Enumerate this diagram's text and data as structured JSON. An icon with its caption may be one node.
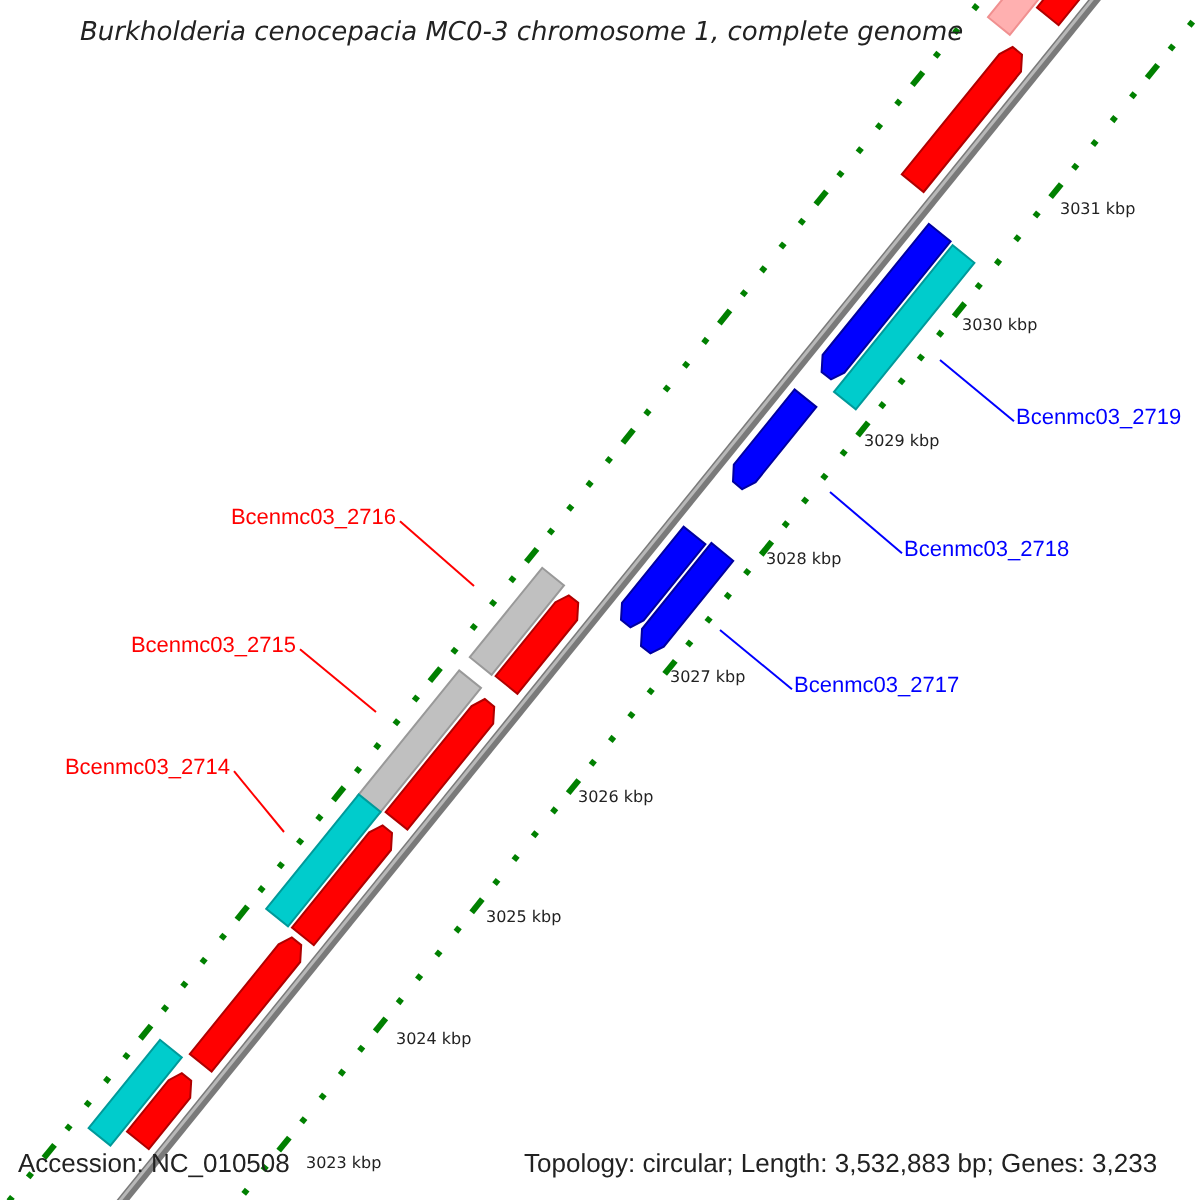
{
  "diagram": {
    "title": "Burkholderia cenocepacia MC0-3 chromosome 1, complete genome",
    "nodes": [
      {
        "text": [
          "Bcenmc03_2719"
        ]
      },
      {
        "text": [
          "Bcenmc03_2716"
        ]
      },
      {
        "text": [
          "Bcenmc03_2718"
        ]
      },
      {
        "text": [
          "Bcenmc03_2715"
        ]
      },
      {
        "text": [
          "Bcenmc03_2717"
        ]
      },
      {
        "text": [
          "Bcenmc03_2714"
        ]
      },
      {
        "text": [],
        "shape": "bar"
      },
      {
        "text": [],
        "shape": "bar"
      },
      {
        "text": [],
        "shape": "bar"
      },
      {
        "text": [],
        "shape": "bar"
      },
      {
        "text": [],
        "shape": "bar"
      },
      {
        "text": [],
        "shape": "bar"
      },
      {
        "text": [],
        "shape": "bar"
      },
      {
        "text": [],
        "shape": "bar"
      },
      {
        "text": [],
        "shape": "bar"
      },
      {
        "text": [],
        "shape": "bar"
      },
      {
        "text": [],
        "shape": "bar"
      },
      {
        "text": [],
        "shape": "bar"
      },
      {
        "text": [],
        "shape": "bar"
      },
      {
        "text": [],
        "shape": "bar"
      },
      {
        "text": [],
        "shape": "bar"
      },
      {
        "text": [],
        "shape": "bar"
      },
      {
        "text": [],
        "shape": "bar"
      }
    ],
    "edges": [
      {
        "from": 0,
        "to": 6,
        "arrow": "none",
        "color": "#0000ff"
      },
      {
        "from": 1,
        "to": 7,
        "arrow": "none",
        "color": "#ff0000"
      },
      {
        "from": 2,
        "to": 8,
        "arrow": "none",
        "color": "#0000ff"
      },
      {
        "from": 3,
        "to": 9,
        "arrow": "none",
        "color": "#ff0000"
      },
      {
        "from": 4,
        "to": 10,
        "arrow": "none",
        "color": "#0000ff"
      },
      {
        "from": 5,
        "to": 11,
        "arrow": "none",
        "color": "#ff0000"
      }
    ],
    "labels": [
      "3031 kbp",
      "3030 kbp",
      "3029 kbp",
      "3028 kbp",
      "3027 kbp",
      "3026 kbp",
      "3025 kbp",
      "3024 kbp",
      "Accession: NC_010508",
      "3023 kbp",
      "Topology: circular; Length: 3,532,883 bp; Genes: 3,233"
    ]
  }
}
